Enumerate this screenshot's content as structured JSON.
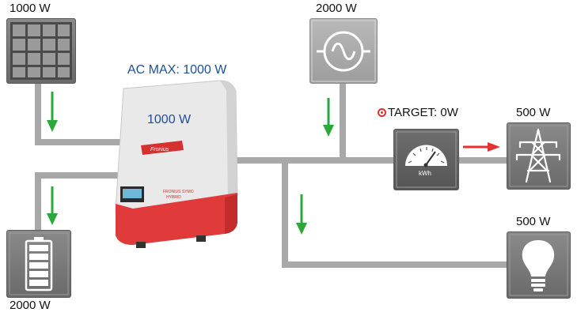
{
  "labels": {
    "solar_power": "1000 W",
    "grid_power": "2000 W",
    "inverter_ac_max": "AC MAX: 1000 W",
    "inverter_output": "1000 W",
    "target": "TARGET: 0W",
    "export_power": "500 W",
    "load_power": "500 W",
    "battery_power": "2000 W"
  },
  "meter": {
    "unit": "kWh"
  },
  "inverter": {
    "brand": "Fronius",
    "model_line1": "FRONIUS SYMO",
    "model_line2": "HYBRID"
  },
  "colors": {
    "flow_arrow": "#2aa838",
    "export_arrow": "#e53131",
    "label_blue": "#1c4f98",
    "wire": "#a8a8a8",
    "inverter_red": "#e03a3a"
  },
  "icons": [
    "solar-panel-icon",
    "ac-sine-icon",
    "energy-meter-icon",
    "transmission-tower-icon",
    "light-bulb-icon",
    "battery-icon",
    "inverter-image"
  ]
}
